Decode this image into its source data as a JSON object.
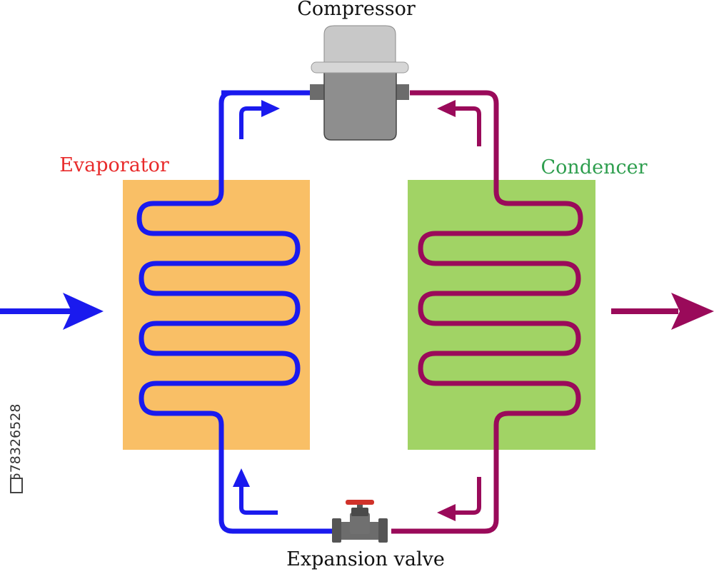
{
  "labels": {
    "compressor": "Compressor",
    "evaporator": "Evaporator",
    "condenser": "Condencer",
    "expansion_valve": "Expansion valve"
  },
  "watermark": {
    "side_id": "678326528"
  },
  "colors": {
    "cold_line": "#1a1aee",
    "hot_line": "#9a0a5a",
    "evaporator_fill": "#f9bf66",
    "condenser_fill": "#a1d365",
    "evaporator_label": "#e82a2a",
    "condenser_label": "#2e9e4e",
    "compressor_cap": "#c8c8c8",
    "compressor_body": "#8e8e8e",
    "valve_body": "#6c6c6c",
    "valve_handle": "#d0322a"
  }
}
